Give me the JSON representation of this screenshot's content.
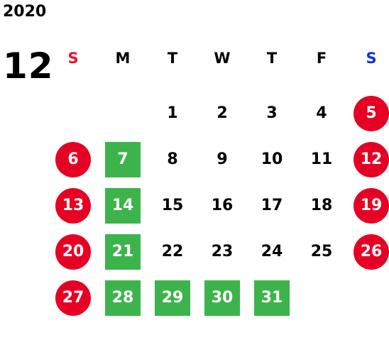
{
  "calendar": {
    "year": "2020",
    "month": "12",
    "colors": {
      "holiday_circle": "#e60024",
      "closed_square": "#3cb44b",
      "sunday_text": "#e8142a",
      "saturday_text": "#1430d8",
      "normal_text": "#000000"
    },
    "weekdays": [
      {
        "label": "S",
        "kind": "sun"
      },
      {
        "label": "M",
        "kind": "normal"
      },
      {
        "label": "T",
        "kind": "normal"
      },
      {
        "label": "W",
        "kind": "normal"
      },
      {
        "label": "T",
        "kind": "normal"
      },
      {
        "label": "F",
        "kind": "normal"
      },
      {
        "label": "S",
        "kind": "sat"
      }
    ],
    "weeks": [
      [
        {
          "day": "",
          "style": "empty"
        },
        {
          "day": "",
          "style": "empty"
        },
        {
          "day": "1",
          "style": "normal"
        },
        {
          "day": "2",
          "style": "normal"
        },
        {
          "day": "3",
          "style": "normal"
        },
        {
          "day": "4",
          "style": "normal"
        },
        {
          "day": "5",
          "style": "holiday"
        }
      ],
      [
        {
          "day": "6",
          "style": "holiday"
        },
        {
          "day": "7",
          "style": "closed"
        },
        {
          "day": "8",
          "style": "normal"
        },
        {
          "day": "9",
          "style": "normal"
        },
        {
          "day": "10",
          "style": "normal"
        },
        {
          "day": "11",
          "style": "normal"
        },
        {
          "day": "12",
          "style": "holiday"
        }
      ],
      [
        {
          "day": "13",
          "style": "holiday"
        },
        {
          "day": "14",
          "style": "closed"
        },
        {
          "day": "15",
          "style": "normal"
        },
        {
          "day": "16",
          "style": "normal"
        },
        {
          "day": "17",
          "style": "normal"
        },
        {
          "day": "18",
          "style": "normal"
        },
        {
          "day": "19",
          "style": "holiday"
        }
      ],
      [
        {
          "day": "20",
          "style": "holiday"
        },
        {
          "day": "21",
          "style": "closed"
        },
        {
          "day": "22",
          "style": "normal"
        },
        {
          "day": "23",
          "style": "normal"
        },
        {
          "day": "24",
          "style": "normal"
        },
        {
          "day": "25",
          "style": "normal"
        },
        {
          "day": "26",
          "style": "holiday"
        }
      ],
      [
        {
          "day": "27",
          "style": "holiday"
        },
        {
          "day": "28",
          "style": "closed"
        },
        {
          "day": "29",
          "style": "closed"
        },
        {
          "day": "30",
          "style": "closed"
        },
        {
          "day": "31",
          "style": "closed"
        },
        {
          "day": "",
          "style": "empty"
        },
        {
          "day": "",
          "style": "empty"
        }
      ]
    ]
  }
}
